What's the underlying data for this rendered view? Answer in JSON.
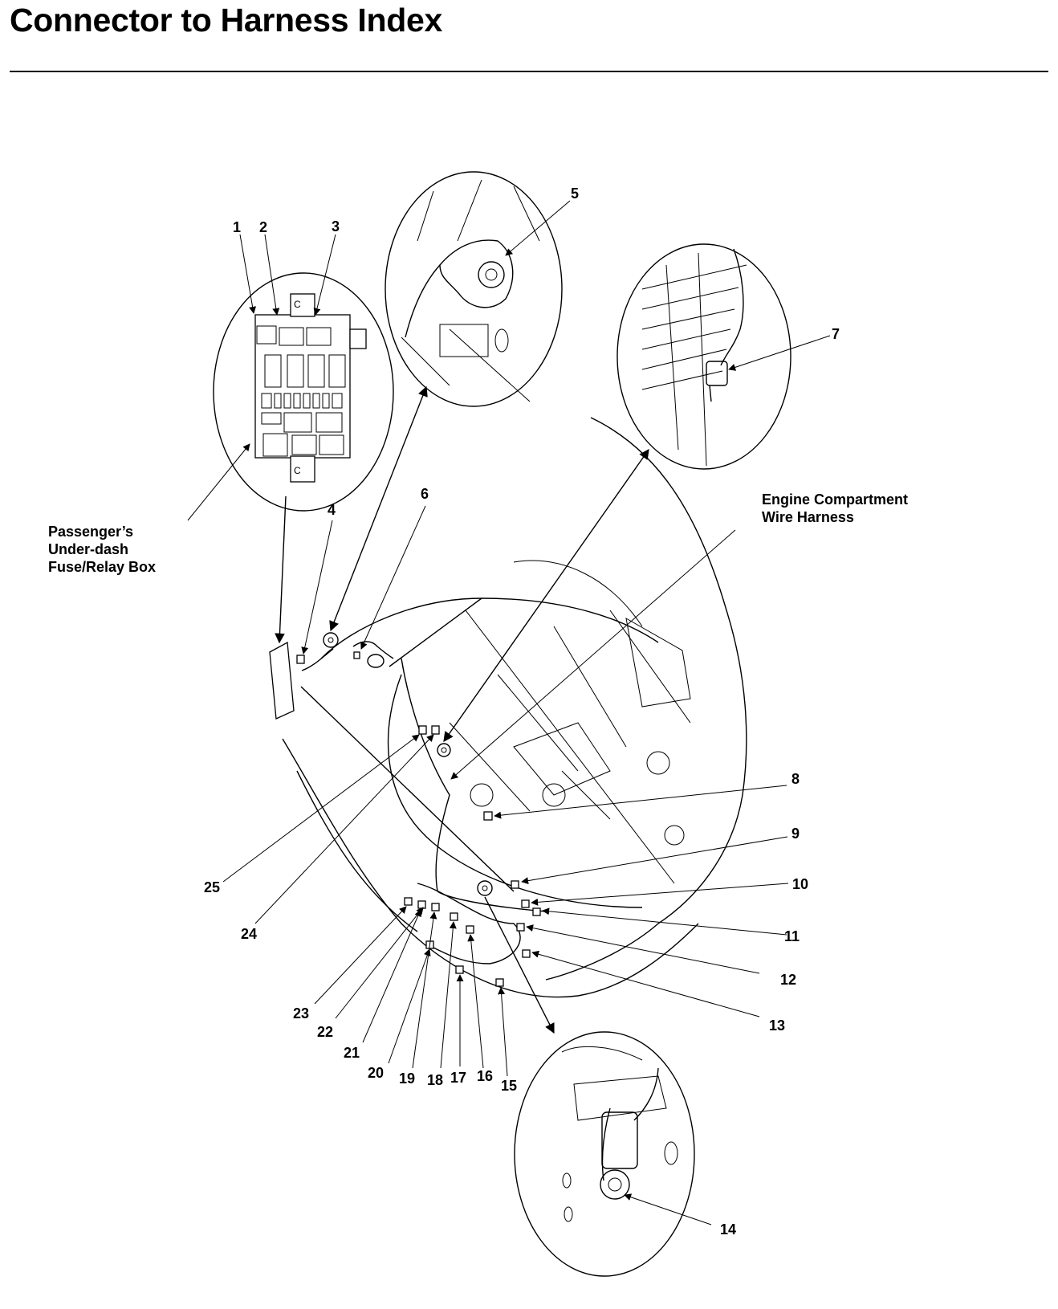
{
  "title": "Connector to Harness Index",
  "labels": {
    "passenger_box_line1": "Passenger’s",
    "passenger_box_line2": "Under-dash",
    "passenger_box_line3": "Fuse/Relay Box",
    "engine_harness_line1": "Engine Compartment",
    "engine_harness_line2": "Wire Harness"
  },
  "callouts": [
    "1",
    "2",
    "3",
    "4",
    "5",
    "6",
    "7",
    "8",
    "9",
    "10",
    "11",
    "12",
    "13",
    "14",
    "15",
    "16",
    "17",
    "18",
    "19",
    "20",
    "21",
    "22",
    "23",
    "24",
    "25"
  ]
}
